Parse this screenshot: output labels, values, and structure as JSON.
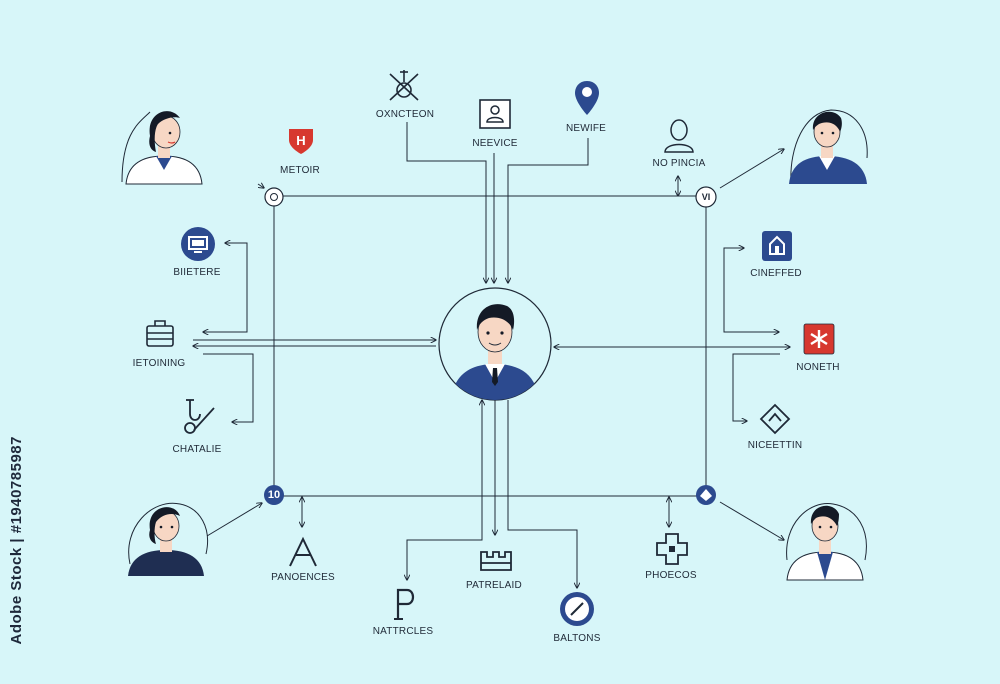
{
  "colors": {
    "background": "#d7f6f9",
    "line": "#1f2937",
    "navy": "#2c4a8f",
    "red": "#d7382f",
    "skin": "#f7d7c4",
    "hair": "#141a26"
  },
  "labels": {
    "metoir": "METOIR",
    "oxnction": "OXNCTEON",
    "neevice": "NEEVICE",
    "newife": "NEWIFE",
    "no_pincia": "NO PINCIA",
    "biietere": "BIIETERE",
    "ietoining": "IETOINING",
    "chatalie": "CHATALIE",
    "cineffed": "CINEFFED",
    "noneth": "NONETH",
    "niceettin": "NICEETTIN",
    "panoences": "PANOENCES",
    "natircles": "NATTRCLES",
    "patrelaid": "PATRELAID",
    "baltons": "BALTONS",
    "phoecos": "PHOECOS"
  },
  "hubs": {
    "bottom_left": "10",
    "top_right": "VI"
  },
  "icons": {
    "metoir": "red-shield-h-icon",
    "oxnction": "crossed-tools-icon",
    "neevice": "framed-person-icon",
    "newife": "location-pin-icon",
    "no_pincia": "person-bust-icon",
    "biietere": "monitor-badge-icon",
    "ietoining": "briefcase-icon",
    "chatalie": "stethoscope-icon",
    "cineffed": "house-badge-icon",
    "noneth": "red-medical-star-icon",
    "niceettin": "diamond-arrow-icon",
    "panoences": "letter-a-icon",
    "natircles": "letter-p-icon",
    "patrelaid": "building-icon",
    "baltons": "clock-badge-icon",
    "phoecos": "medical-cross-icon"
  },
  "watermark": "Adobe Stock | #1940785987"
}
